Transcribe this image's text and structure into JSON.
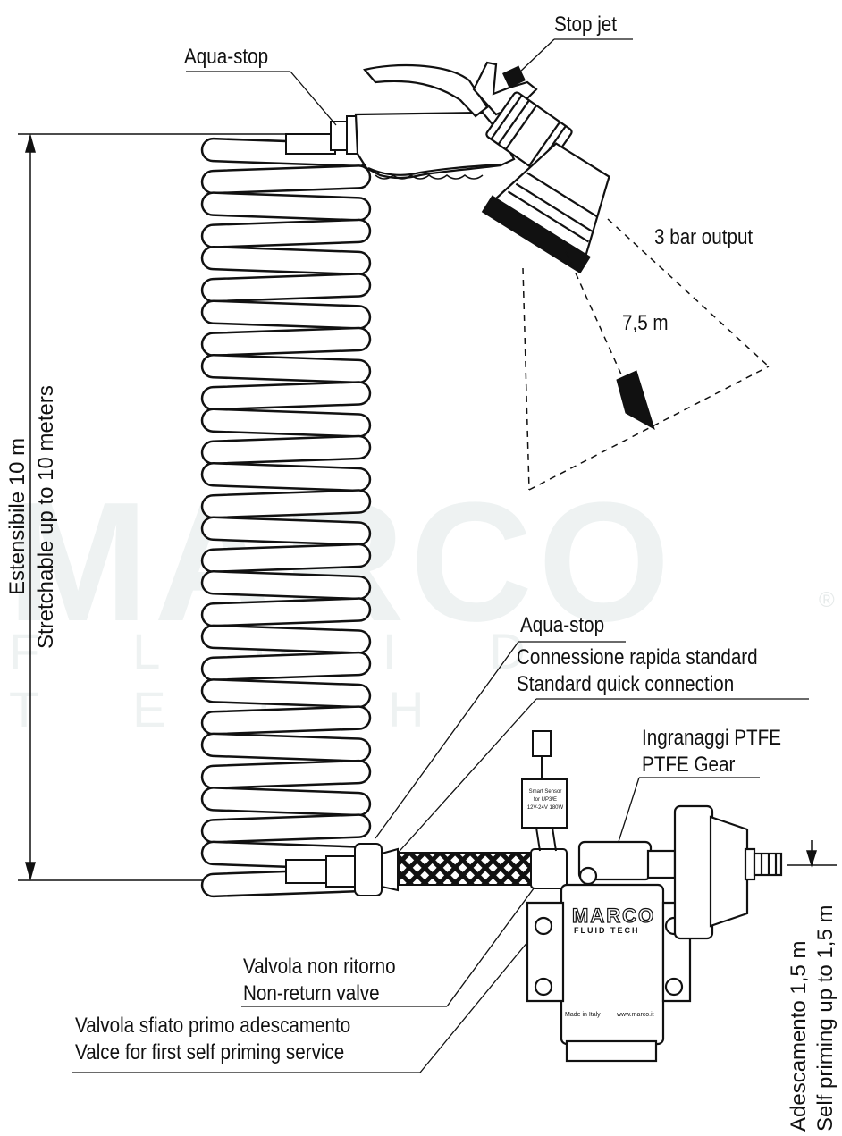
{
  "watermark": {
    "brand": "MARCO",
    "sub": "FLUID TECH",
    "reg": "®"
  },
  "labels": {
    "stop_jet": "Stop jet",
    "aqua_stop_top": "Aqua-stop",
    "bar_output": "3 bar output",
    "jet_distance": "7,5 m",
    "stretch_it": "Estensibile 10 m",
    "stretch_en": "Stretchable up to 10 meters",
    "aqua_stop_bottom": "Aqua-stop",
    "quick_conn_it": "Connessione rapida standard",
    "quick_conn_en": "Standard quick connection",
    "gear_it": "Ingranaggi PTFE",
    "gear_en": "PTFE Gear",
    "nonreturn_it": "Valvola non ritorno",
    "nonreturn_en": "Non-return valve",
    "vent_it": "Valvola sfiato primo adescamento",
    "vent_en": "Valce for first self priming service",
    "priming_it": "Adescamento 1,5 m",
    "priming_en": "Self priming up to 1,5 m"
  },
  "pump": {
    "brand": "MARCO",
    "brand_sub": "FLUID TECH",
    "sensor_lines": [
      "Smart Sensor",
      "for UP3/E",
      "12V-24V 180W"
    ],
    "made_in": "Made in Italy",
    "web": "www.marco.it"
  },
  "colors": {
    "ink": "#111111",
    "watermark": "#eef2f2"
  }
}
